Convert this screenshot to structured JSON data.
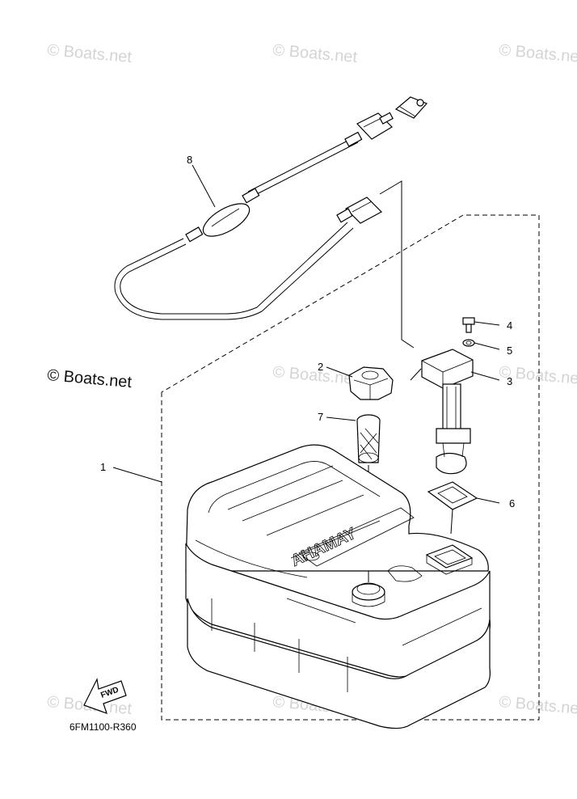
{
  "watermark_text": "© Boats.net",
  "credit_text": "© Boats.net",
  "diagram_code": "6FM1100-R360",
  "fwd_label": "FWD",
  "brand_text": "YAMAHA",
  "callouts": [
    "1",
    "2",
    "3",
    "4",
    "5",
    "6",
    "7",
    "8"
  ]
}
